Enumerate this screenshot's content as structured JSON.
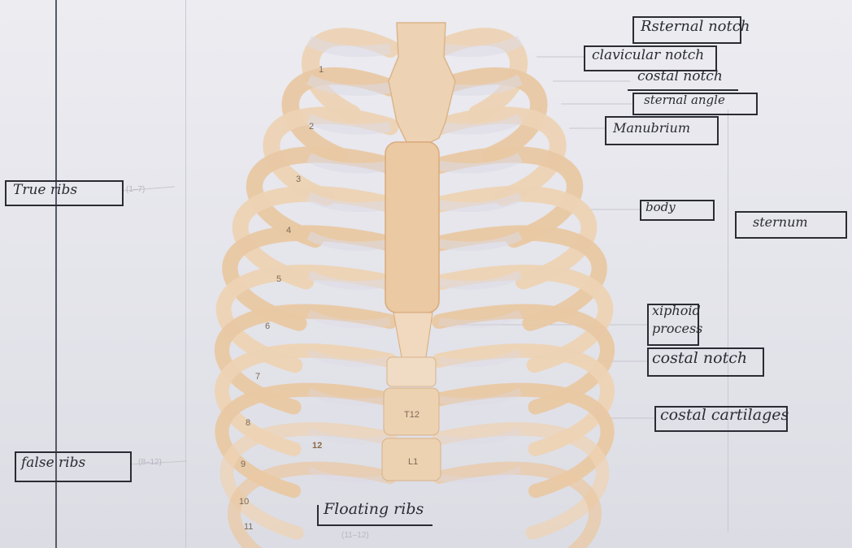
{
  "labels": {
    "suprasternal_notch": "Rsternal notch",
    "clavicular_notch": "clavicular notch",
    "costal_notch_top": "costal notch",
    "sternal_angle": "sternal angle",
    "manubrium": "Manubrium",
    "body": "body",
    "sternum": "sternum",
    "xiphoid_process": "xiphoid process",
    "costal_notch_lower": "costal notch",
    "costal_cartilages": "costal cartilages",
    "true_ribs": "True ribs",
    "false_ribs": "false ribs",
    "floating_ribs": "Floating ribs"
  },
  "printed_ranges": {
    "true": "(1–7)",
    "false": "(8–12)",
    "floating": "(11–12)"
  },
  "rib_numbers": [
    "1",
    "2",
    "3",
    "4",
    "5",
    "6",
    "7",
    "8",
    "9",
    "10",
    "11",
    "12"
  ],
  "vertebra_labels": {
    "t12": "T12",
    "l1": "L1"
  },
  "colors": {
    "bone": "#e8c6a0",
    "bone_dark": "#d9a878",
    "ink": "#2a2b33",
    "paper": "#e6e6ec"
  }
}
